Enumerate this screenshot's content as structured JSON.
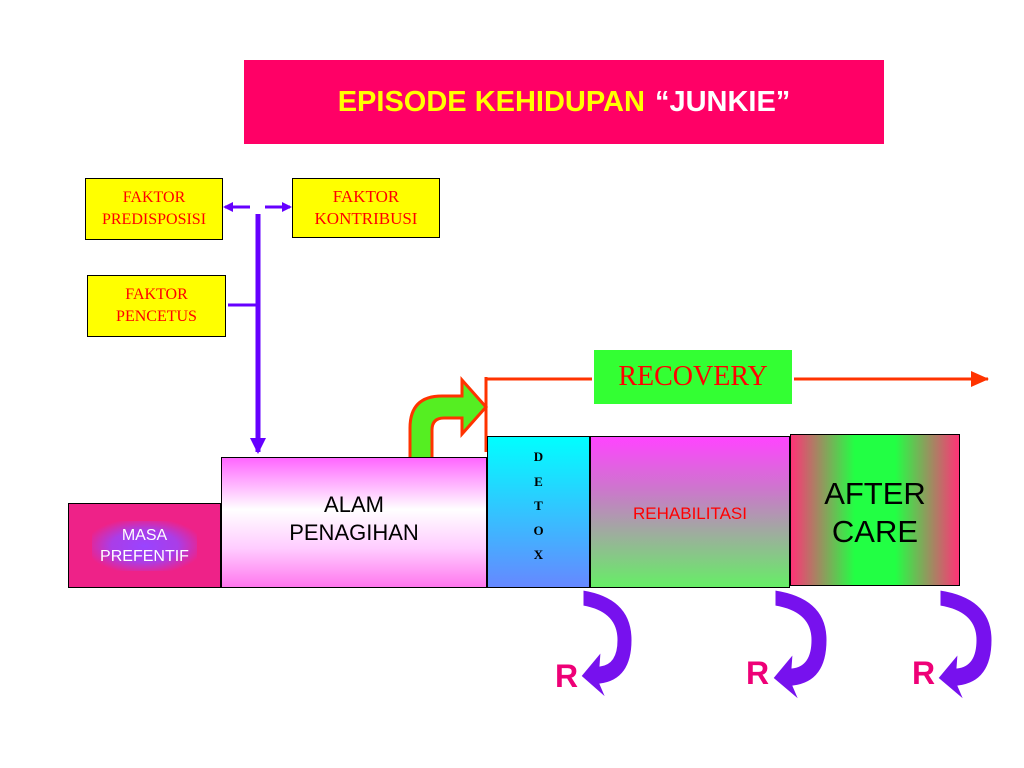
{
  "title": {
    "main": "EPISODE KEHIDUPAN",
    "quoted": "“JUNKIE”"
  },
  "factors": {
    "predisposisi": "FAKTOR\nPREDISPOSISI",
    "kontribusi": "FAKTOR\nKONTRIBUSI",
    "pencetus": "FAKTOR\nPENCETUS"
  },
  "recovery": {
    "label": "RECOVERY"
  },
  "stages": {
    "masa": "MASA\nPREFENTIF",
    "alam": "ALAM\nPENAGIHAN",
    "detox": "D\nE\nT\nO\nX",
    "rehab": "REHABILITASI",
    "after": "AFTER\nCARE"
  },
  "relapse": [
    "R",
    "R",
    "R"
  ],
  "colors": {
    "title_bg": "#ff0066",
    "title_text": "#ffff00",
    "factor_bg": "#ffff00",
    "factor_text": "#ff0000",
    "connector": "#6600ff",
    "recovery_line": "#ff3300",
    "recovery_bg": "#33ff33",
    "relapse_arrow": "#7711ee",
    "relapse_text": "#ee0077"
  },
  "icons": [
    "curved-green-arrow",
    "relapse-curved-arrow"
  ]
}
